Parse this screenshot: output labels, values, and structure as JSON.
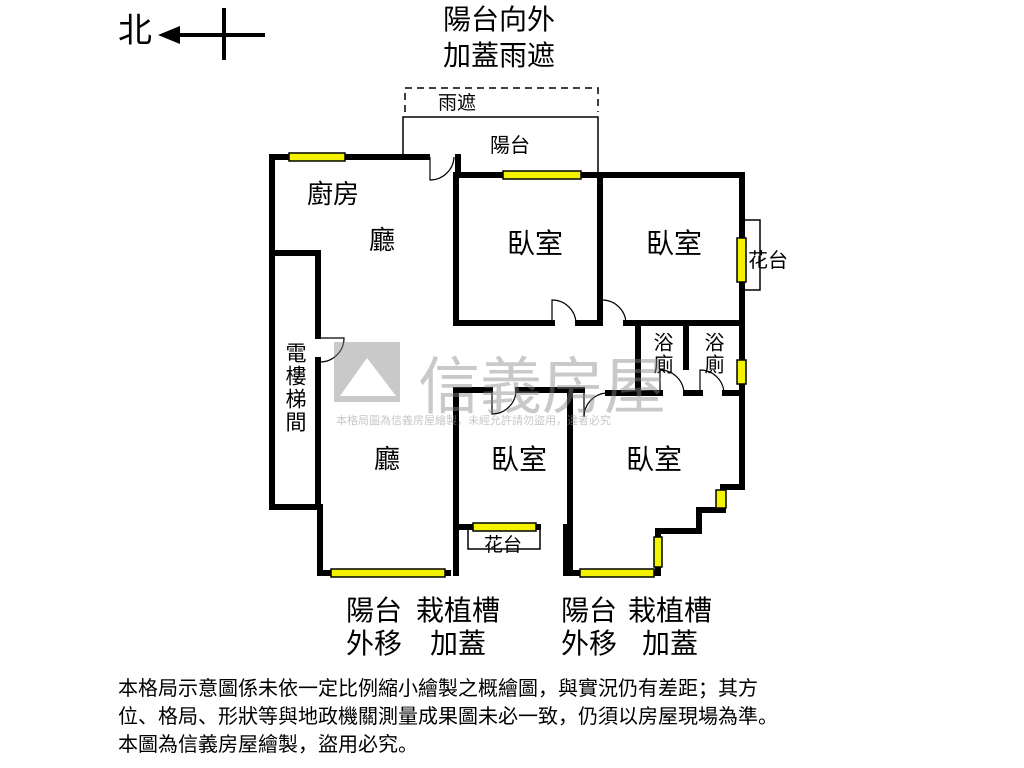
{
  "compass": {
    "north_label": "北"
  },
  "rooms": {
    "kitchen": "廚房",
    "living_top": "廳",
    "living_bottom": "廳",
    "bedroom_top_middle": "臥室",
    "bedroom_top_right": "臥室",
    "bedroom_bottom_middle": "臥室",
    "bedroom_bottom_right": "臥室",
    "bathroom_1": "浴廁",
    "bathroom_2": "浴廁",
    "elevator_stair": "電樓梯間",
    "balcony": "陽台",
    "awning": "雨遮",
    "planter_right": "花台",
    "planter_bottom": "花台"
  },
  "annotations": {
    "top_note_line1": "陽台向外",
    "top_note_line2": "加蓋雨遮",
    "bottom_left_a_line1": "陽台",
    "bottom_left_a_line2": "外移",
    "bottom_left_b_line1": "栽植槽",
    "bottom_left_b_line2": "加蓋",
    "bottom_right_a_line1": "陽台",
    "bottom_right_a_line2": "外移",
    "bottom_right_b_line1": "栽植槽",
    "bottom_right_b_line2": "加蓋"
  },
  "watermark": {
    "brand": "信義房屋",
    "notice": "本格局圖為信義房屋繪製，未經允許請勿盜用，違者必究"
  },
  "disclaimer": {
    "line1": "本格局示意圖係未依一定比例縮小繪製之概繪圖，與實況仍有差距；其方",
    "line2": "位、格局、形狀等與地政機關測量成果圖未必一致，仍須以房屋現場為準。",
    "line3": "本圖為信義房屋繪製，盜用必究。"
  },
  "colors": {
    "wall": "#000000",
    "window": "#f3f300",
    "watermark": "#9a9a9a"
  }
}
